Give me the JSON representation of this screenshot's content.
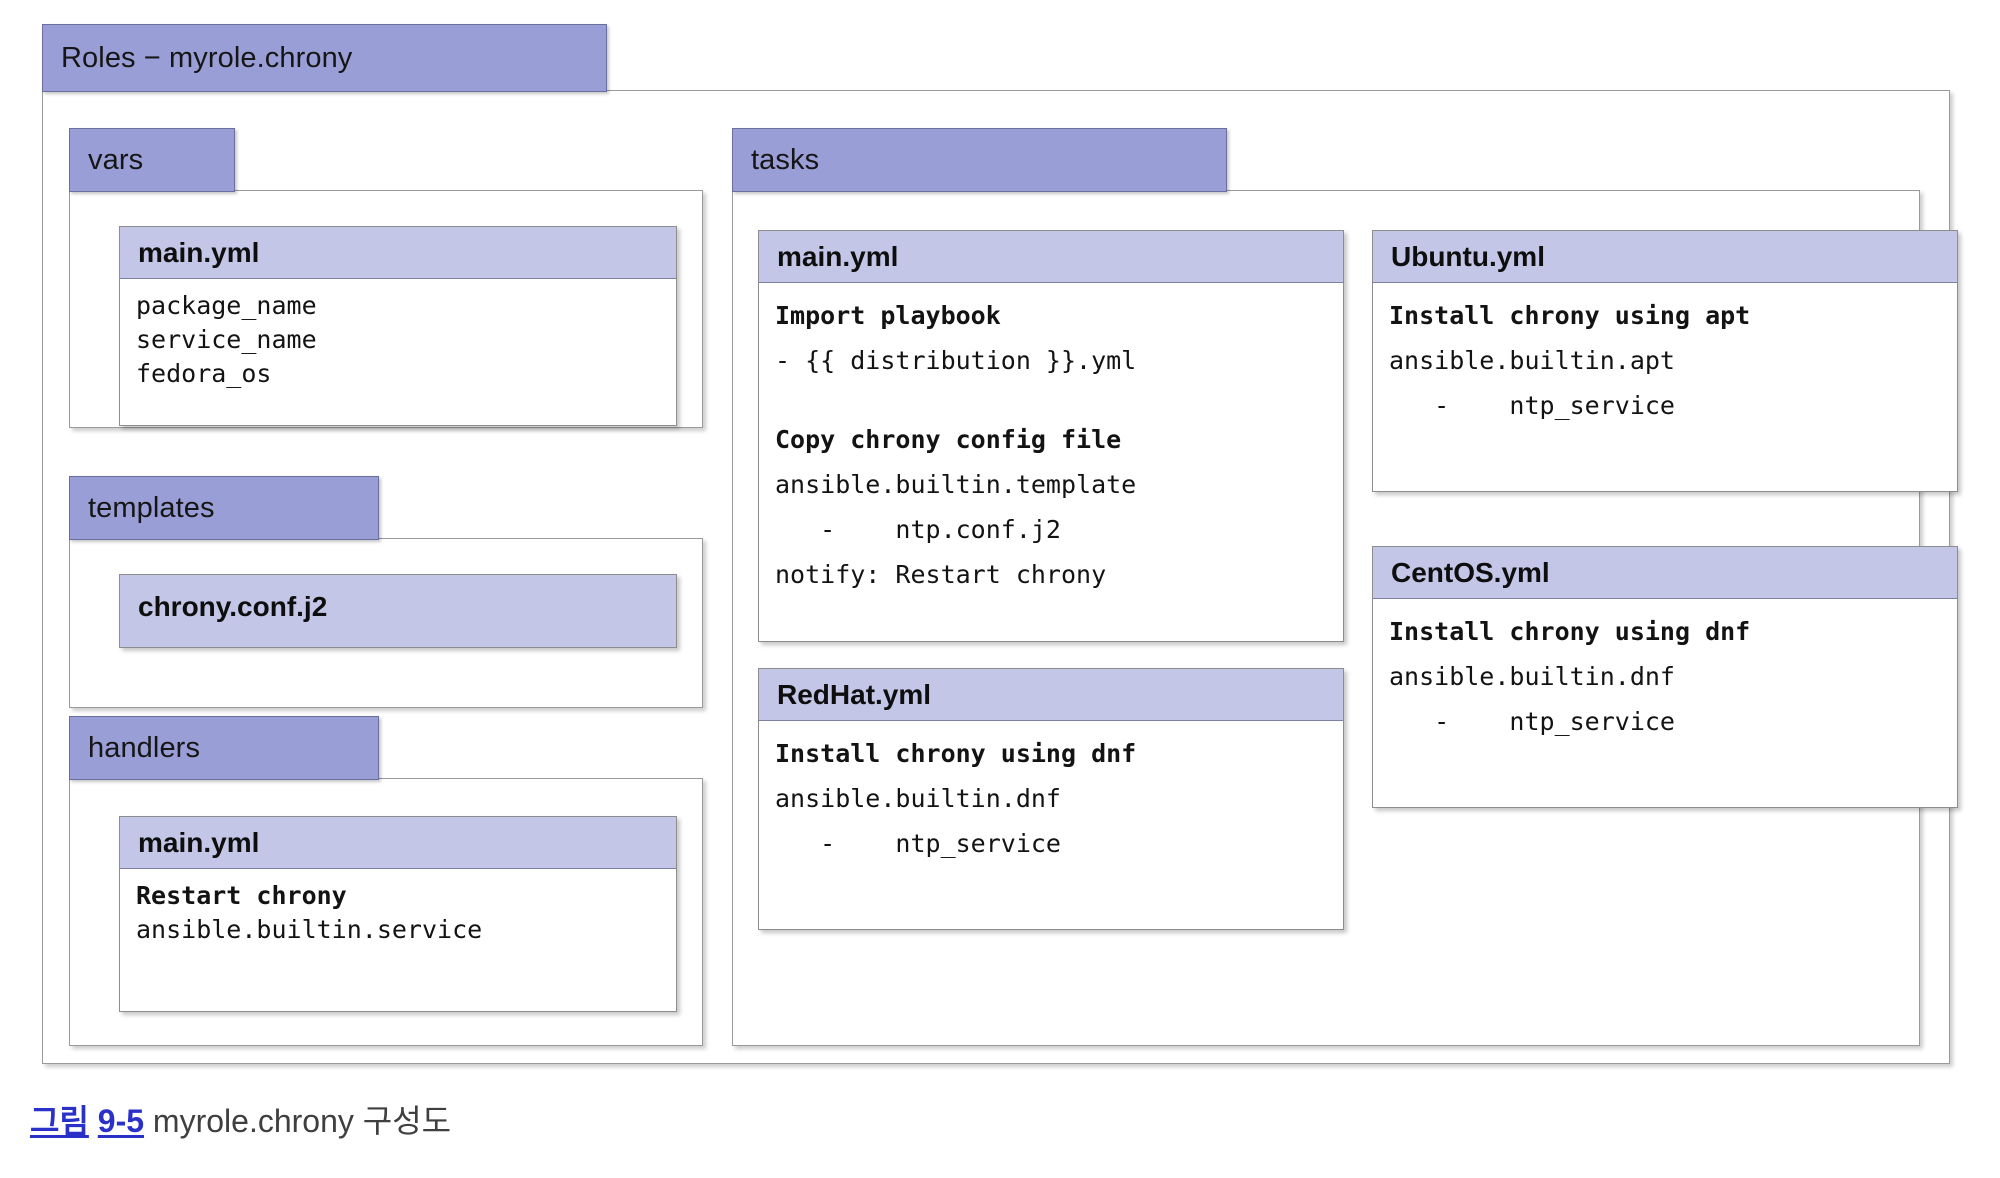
{
  "root": {
    "tab_label": "Roles − myrole.chrony"
  },
  "packages": [
    {
      "name": "vars",
      "label": "vars"
    },
    {
      "name": "templates",
      "label": "templates"
    },
    {
      "name": "handlers",
      "label": "handlers"
    },
    {
      "name": "tasks",
      "label": "tasks"
    }
  ],
  "vars": {
    "label": "vars",
    "file": {
      "title": "main.yml",
      "lines": [
        "package_name",
        "service_name",
        "fedora_os"
      ]
    }
  },
  "templates": {
    "label": "templates",
    "file": {
      "title": "chrony.conf.j2"
    }
  },
  "handlers": {
    "label": "handlers",
    "file": {
      "title": "main.yml",
      "lines": [
        "Restart chrony",
        "ansible.builtin.service"
      ]
    }
  },
  "tasks": {
    "label": "tasks",
    "main": {
      "title": "main.yml",
      "block1": [
        "Import playbook",
        "- {{ distribution }}.yml"
      ],
      "block2": [
        "Copy chrony config file",
        "ansible.builtin.template",
        "   -    ntp.conf.j2",
        "notify: Restart chrony"
      ]
    },
    "redhat": {
      "title": "RedHat.yml",
      "lines": [
        "Install chrony using dnf",
        "ansible.builtin.dnf",
        "   -    ntp_service"
      ]
    },
    "ubuntu": {
      "title": "Ubuntu.yml",
      "lines": [
        "Install chrony using apt",
        "ansible.builtin.apt",
        "   -    ntp_service"
      ]
    },
    "centos": {
      "title": "CentOS.yml",
      "lines": [
        "Install chrony using dnf",
        "ansible.builtin.dnf",
        "   -    ntp_service"
      ]
    }
  },
  "caption": {
    "figure_label": "그림",
    "figure_number": "9-5",
    "text": " myrole.chrony 구성도"
  },
  "colors": {
    "tab_purple": "#9a9ed6",
    "card_title_purple": "#c3c6e7",
    "border_gray": "#8d8d8d",
    "caption_blue": "#2a31c8"
  }
}
